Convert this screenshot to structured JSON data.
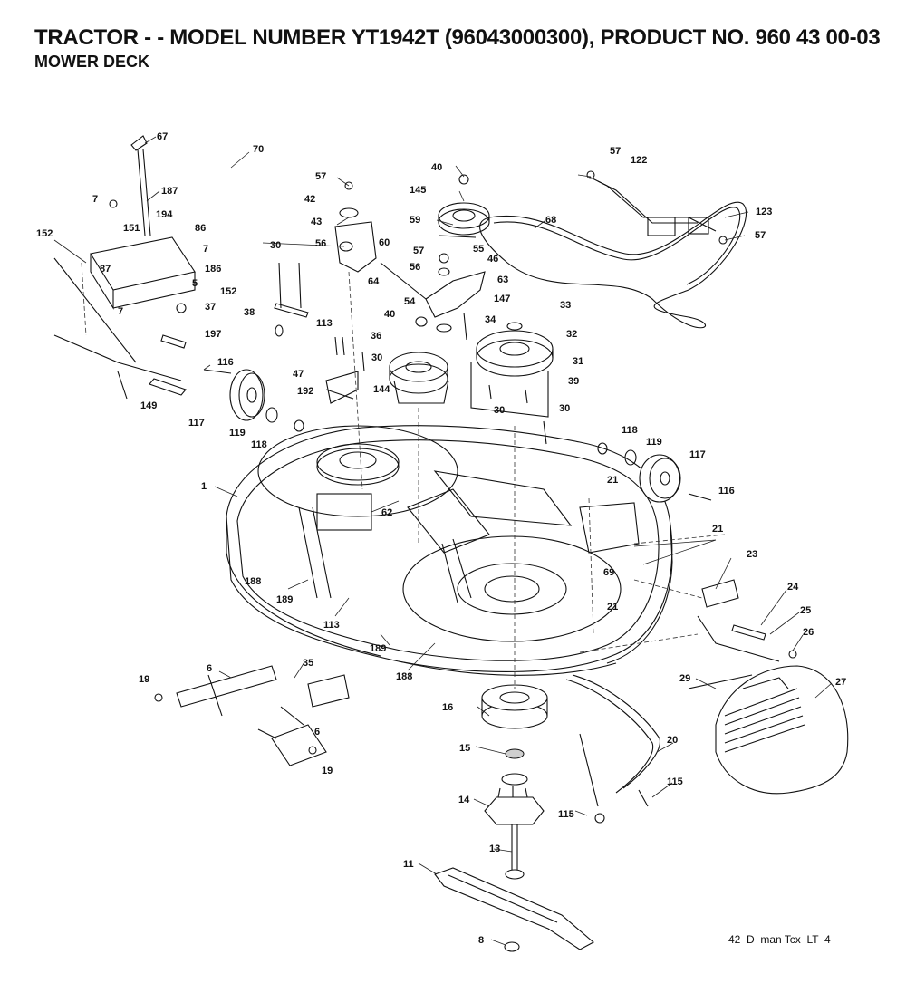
{
  "header": {
    "title": "TRACTOR - - MODEL NUMBER YT1942T (96043000300), PRODUCT NO. 960 43 00-03",
    "subtitle": "MOWER DECK"
  },
  "footer": {
    "code": "42  D  man Tcx  LT  4"
  },
  "callouts": [
    "67",
    "70",
    "7",
    "187",
    "194",
    "86",
    "152",
    "151",
    "7",
    "87",
    "186",
    "5",
    "152",
    "37",
    "7",
    "197",
    "116",
    "149",
    "117",
    "119",
    "118",
    "57",
    "42",
    "43",
    "56",
    "60",
    "30",
    "38",
    "64",
    "40",
    "145",
    "59",
    "57",
    "55",
    "56",
    "46",
    "63",
    "54",
    "147",
    "40",
    "34",
    "33",
    "32",
    "36",
    "113",
    "30",
    "47",
    "192",
    "144",
    "31",
    "39",
    "30",
    "30",
    "68",
    "57",
    "122",
    "123",
    "57",
    "118",
    "119",
    "117",
    "21",
    "116",
    "1",
    "62",
    "21",
    "188",
    "189",
    "113",
    "189",
    "188",
    "69",
    "23",
    "21",
    "24",
    "25",
    "26",
    "29",
    "27",
    "19",
    "6",
    "35",
    "6",
    "19",
    "16",
    "15",
    "14",
    "20",
    "115",
    "115",
    "13",
    "11",
    "8"
  ]
}
